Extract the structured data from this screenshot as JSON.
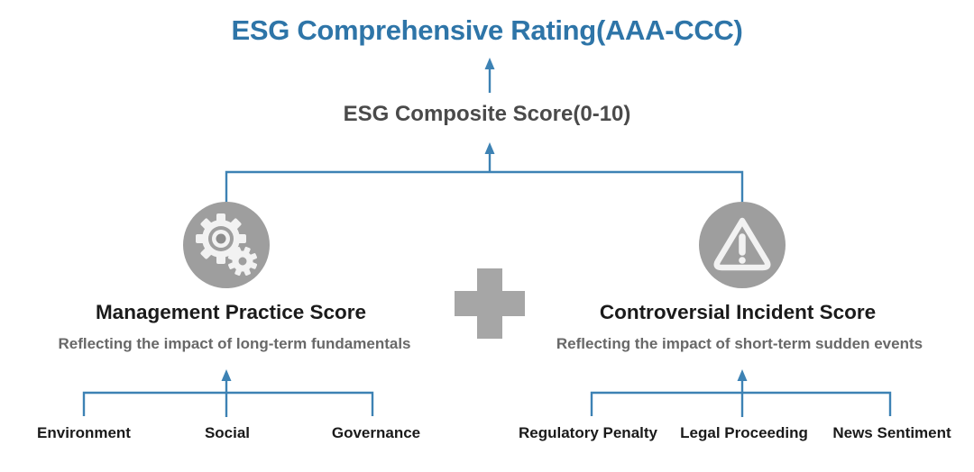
{
  "header": {
    "title": "ESG Comprehensive Rating(AAA-CCC)",
    "composite_score": "ESG Composite Score(0-10)"
  },
  "branches": {
    "left": {
      "icon": "gears-icon",
      "title": "Management Practice Score",
      "subtitle": "Reflecting the impact of long-term fundamentals",
      "children": [
        "Environment",
        "Social",
        "Governance"
      ]
    },
    "right": {
      "icon": "warning-triangle-icon",
      "title": "Controversial Incident Score",
      "subtitle": "Reflecting the impact of short-term sudden events",
      "children": [
        "Regulatory Penalty",
        "Legal Proceeding",
        "News Sentiment"
      ]
    }
  },
  "operator": "plus-icon",
  "colors": {
    "accent": "#2e75a8",
    "connector": "#3d82b4",
    "composite": "#4a4a4a",
    "text-dark": "#1a1a1a",
    "text-gray": "#686868",
    "icon-gray": "#9e9e9e",
    "plus-gray": "#a6a6a6",
    "bg": "#ffffff"
  }
}
